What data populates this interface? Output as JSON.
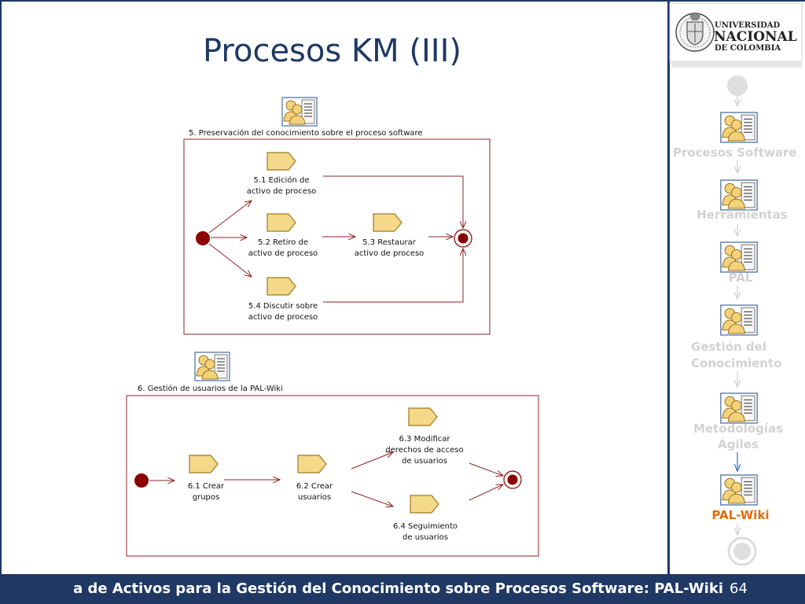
{
  "slide": {
    "title": "Procesos KM (III)",
    "footer_text": "a de Activos para la Gestión del Conocimiento sobre Procesos Software: PAL-Wiki",
    "page_number": "64"
  },
  "logo": {
    "line1": "UNIVERSIDAD",
    "line2": "NACIONAL",
    "line3": "DE COLOMBIA"
  },
  "nav": {
    "items": [
      {
        "label": "Procesos Software",
        "active": false
      },
      {
        "label": "Herramientas",
        "active": false
      },
      {
        "label": "PAL",
        "active": false
      },
      {
        "label": "Gestión del",
        "label2": "Conocimiento",
        "active": false
      },
      {
        "label": "Metodologías",
        "label2": "Ágiles",
        "active": false
      },
      {
        "label": "PAL-Wiki",
        "active": true
      }
    ],
    "active_color": "#e36c0a",
    "inactive_color": "#d2d2d2"
  },
  "diagram": {
    "process5": {
      "title": "5. Preservación del conocimiento sobre el proceso software",
      "activities": [
        {
          "line1": "5.1 Edición de",
          "line2": "activo de proceso"
        },
        {
          "line1": "5.2 Retiro de",
          "line2": "activo de proceso"
        },
        {
          "line1": "5.3 Restaurar",
          "line2": "activo de proceso"
        },
        {
          "line1": "5.4 Discutir sobre",
          "line2": "activo de proceso"
        }
      ]
    },
    "process6": {
      "title": "6. Gestión de usuarios de la PAL-Wiki",
      "activities": [
        {
          "line1": "6.1 Crear",
          "line2": "grupos"
        },
        {
          "line1": "6.2 Crear",
          "line2": "usuarios"
        },
        {
          "line1": "6.3 Modificar",
          "line2": "derechos de acceso",
          "line3": "de usuarios"
        },
        {
          "line1": "6.4 Seguimiento",
          "line2": "de usuarios"
        }
      ]
    },
    "colors": {
      "frame": "#8b2323",
      "node": "#8b0000",
      "activity_fill": "#f5d98a",
      "activity_stroke": "#a07820"
    }
  }
}
